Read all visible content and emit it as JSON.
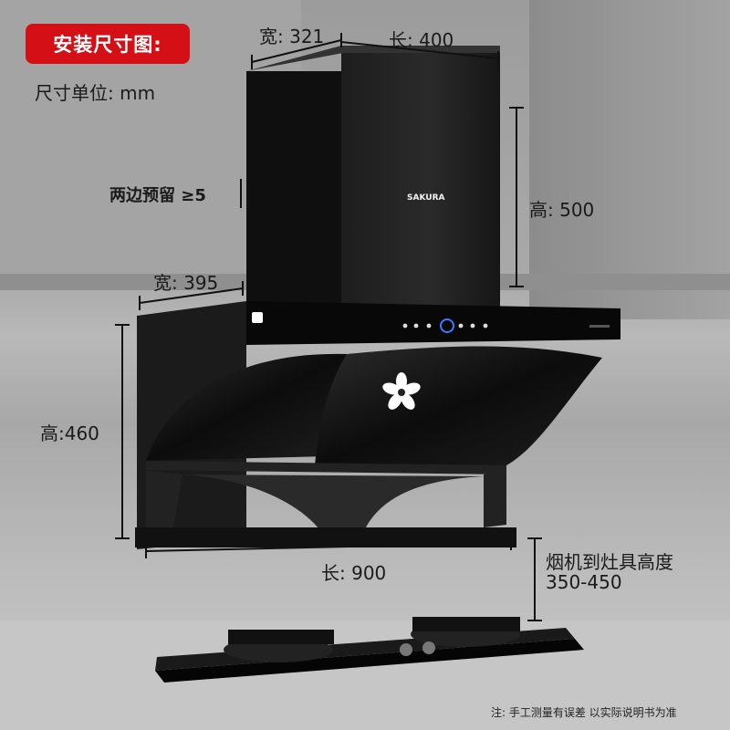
{
  "title_badge": "安装尺寸图:",
  "unit_label": "尺寸单位: mm",
  "dimensions": {
    "top_width": "宽: 321",
    "top_length": "长: 400",
    "side_clearance": "两边预留 ≥5",
    "top_height": "高: 500",
    "body_width": "宽: 395",
    "body_height": "高:460",
    "body_length": "长: 900",
    "hood_to_stove_label": "烟机到灶具高度",
    "hood_to_stove_value": "350-450"
  },
  "brand": "SAKURA",
  "footnote": "注: 手工测量有误差 以实际说明书为准",
  "colors": {
    "badge_red": "#d40f16",
    "hood_black": "#141414"
  }
}
